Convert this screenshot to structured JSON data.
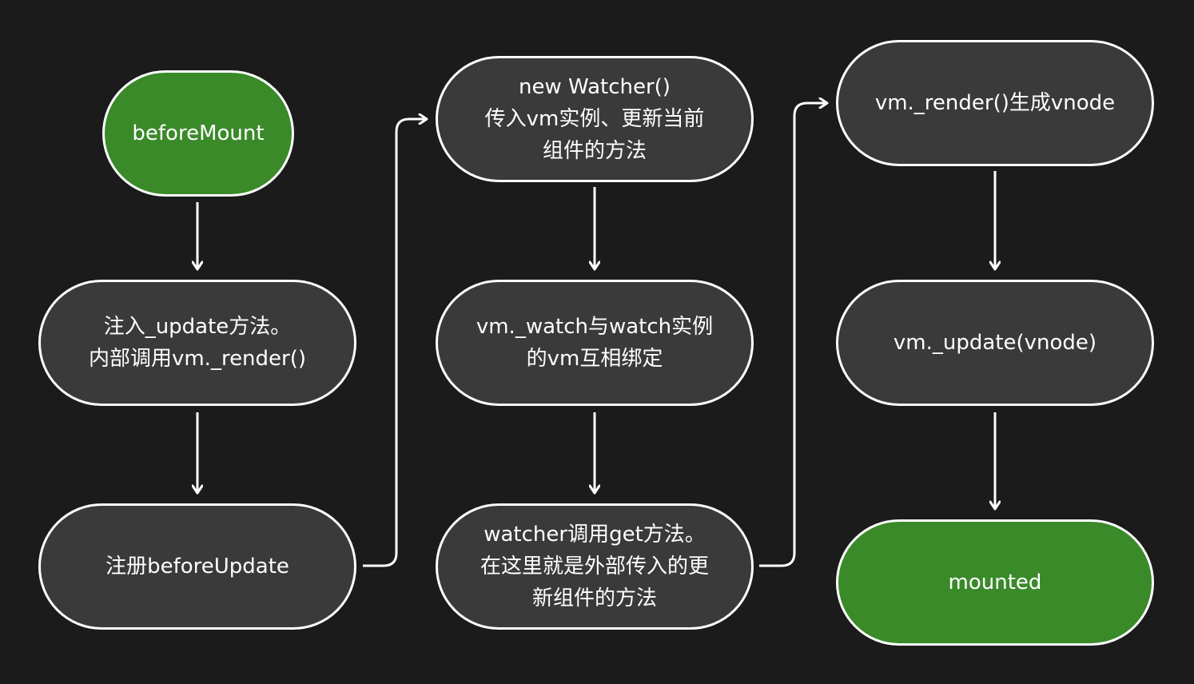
{
  "nodes": {
    "before_mount": {
      "lines": [
        "beforeMount"
      ],
      "color": "#3a8a2a"
    },
    "inject_update": {
      "lines": [
        "注入_update方法。",
        "内部调用vm._render()"
      ]
    },
    "register_before_update": {
      "lines": [
        "注册beforeUpdate"
      ]
    },
    "new_watcher": {
      "lines": [
        "new Watcher()",
        "传入vm实例、更新当前",
        "组件的方法"
      ]
    },
    "bind_watch": {
      "lines": [
        "vm._watch与watch实例",
        "的vm互相绑定"
      ]
    },
    "watcher_get": {
      "lines": [
        "watcher调用get方法。",
        "在这里就是外部传入的更",
        "新组件的方法"
      ]
    },
    "render_vnode": {
      "lines": [
        "vm._render()生成vnode"
      ]
    },
    "update_vnode": {
      "lines": [
        "vm._update(vnode)"
      ]
    },
    "mounted": {
      "lines": [
        "mounted"
      ],
      "color": "#3a8a2a"
    }
  },
  "colors": {
    "background": "#1b1b1b",
    "node_fill": "#3a3a3a",
    "accent_green": "#3a8a2a",
    "stroke": "#ffffff"
  }
}
